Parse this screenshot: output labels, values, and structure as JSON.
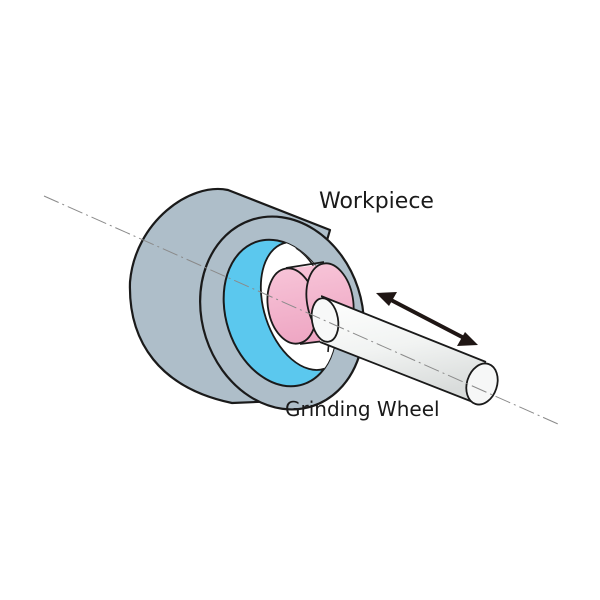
{
  "labels": {
    "workpiece": "Workpiece",
    "grinding_wheel": "Grinding Wheel"
  },
  "colors": {
    "workpiece_body": "#aebec9",
    "bore_interior": "#5bc8ee",
    "grinding_wheel": "#f4b6cf",
    "spindle": "#f0f2f1",
    "outline": "#1a1a1a",
    "arrow": "#1f1614",
    "axis_line": "#8a8a8a"
  },
  "indicators": {
    "motion_arrow": "double-headed-arrow"
  }
}
